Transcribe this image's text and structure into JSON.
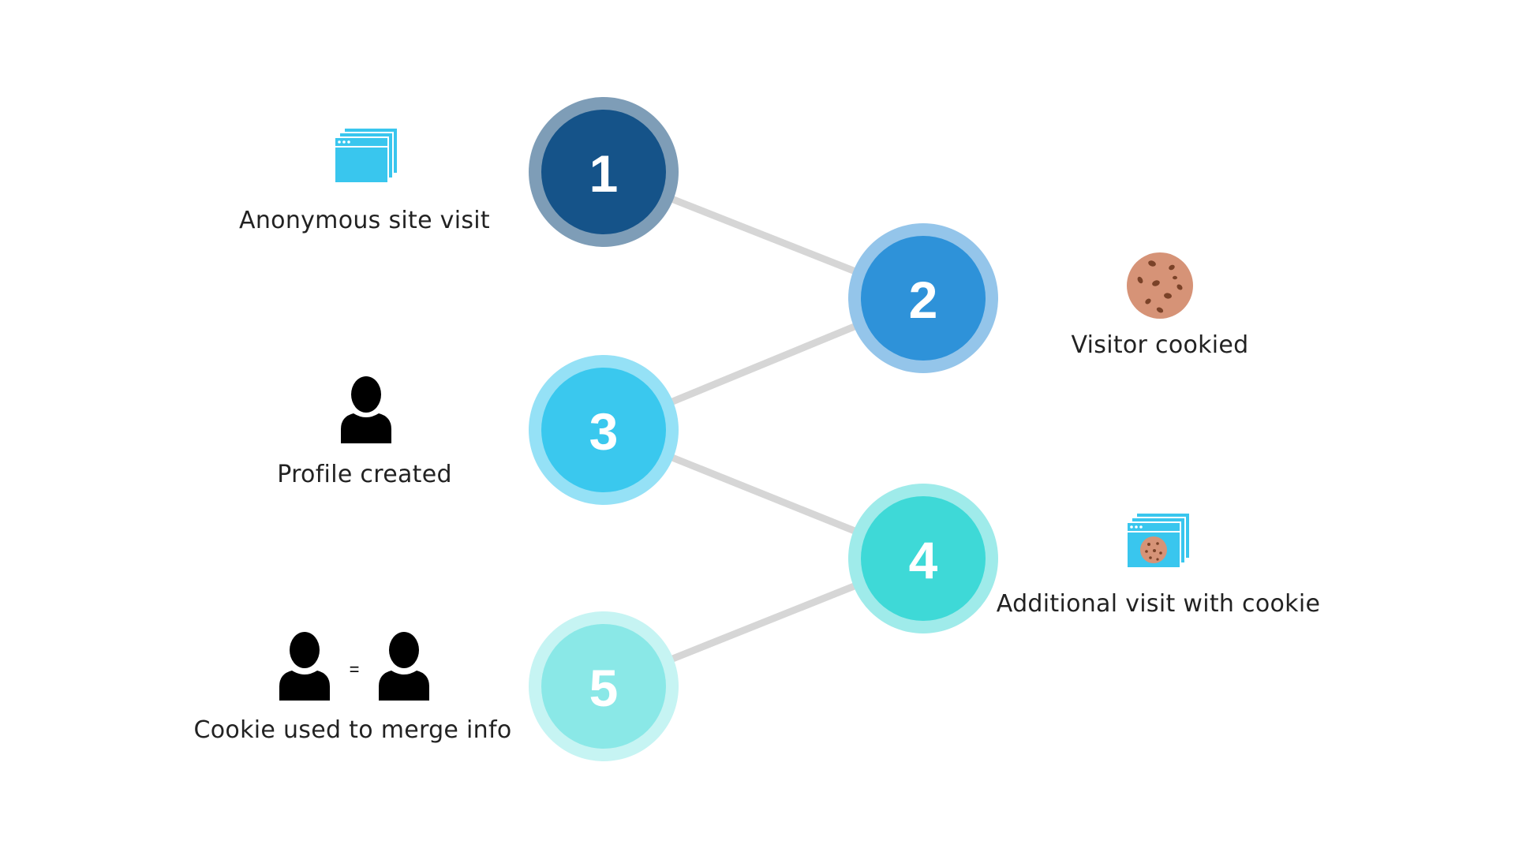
{
  "steps": [
    {
      "number": "1",
      "label": "Anonymous site visit",
      "icon": "browser-windows-icon",
      "core_color": "#155389",
      "ring_color": "#7e9db7"
    },
    {
      "number": "2",
      "label": "Visitor cookied",
      "icon": "cookie-icon",
      "core_color": "#2e92d9",
      "ring_color": "#94c5ea"
    },
    {
      "number": "3",
      "label": "Profile created",
      "icon": "user-icon",
      "core_color": "#3ac8ee",
      "ring_color": "#95e1f6"
    },
    {
      "number": "4",
      "label": "Additional visit with cookie",
      "icon": "browser-cookie-icon",
      "core_color": "#3ed9d7",
      "ring_color": "#9febea"
    },
    {
      "number": "5",
      "label": "Cookie used to merge info",
      "icon": "user-equals-user-icon",
      "core_color": "#8ae8e7",
      "ring_color": "#c6f4f3"
    }
  ],
  "merge_symbol": "=",
  "colors": {
    "connector": "#d6d6d6",
    "browser": "#39c6ee",
    "cookie": "#d69377",
    "cookie_chip": "#7a4228",
    "user": "#000000"
  }
}
